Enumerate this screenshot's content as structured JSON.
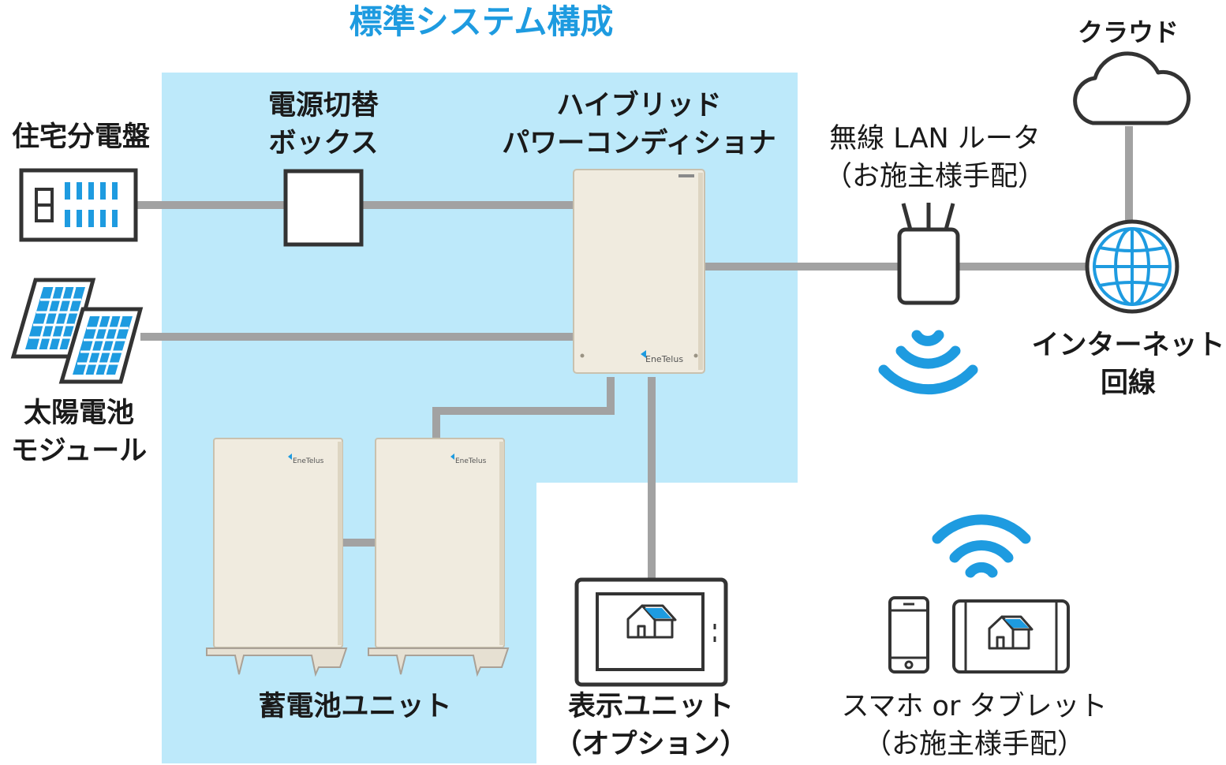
{
  "title": "標準システム構成",
  "brand": "EneTelus",
  "colors": {
    "system_area": "#bde9fa",
    "accent": "#1e9be0",
    "line": "#a2a2a2",
    "cabinet": "#f0ebdf"
  },
  "labels": {
    "distribution_board": "住宅分電盤",
    "switch_box": [
      "電源切替",
      "ボックス"
    ],
    "power_conditioner": [
      "ハイブリッド",
      "パワーコンディショナ"
    ],
    "router": [
      "無線 LAN ルータ",
      "（お施主様手配）"
    ],
    "cloud": "クラウド",
    "internet": [
      "インターネット",
      "回線"
    ],
    "solar": [
      "太陽電池",
      "モジュール"
    ],
    "battery": "蓄電池ユニット",
    "display": [
      "表示ユニット",
      "（オプション）"
    ],
    "devices": [
      "スマホ or タブレット",
      "（お施主様手配）"
    ]
  }
}
